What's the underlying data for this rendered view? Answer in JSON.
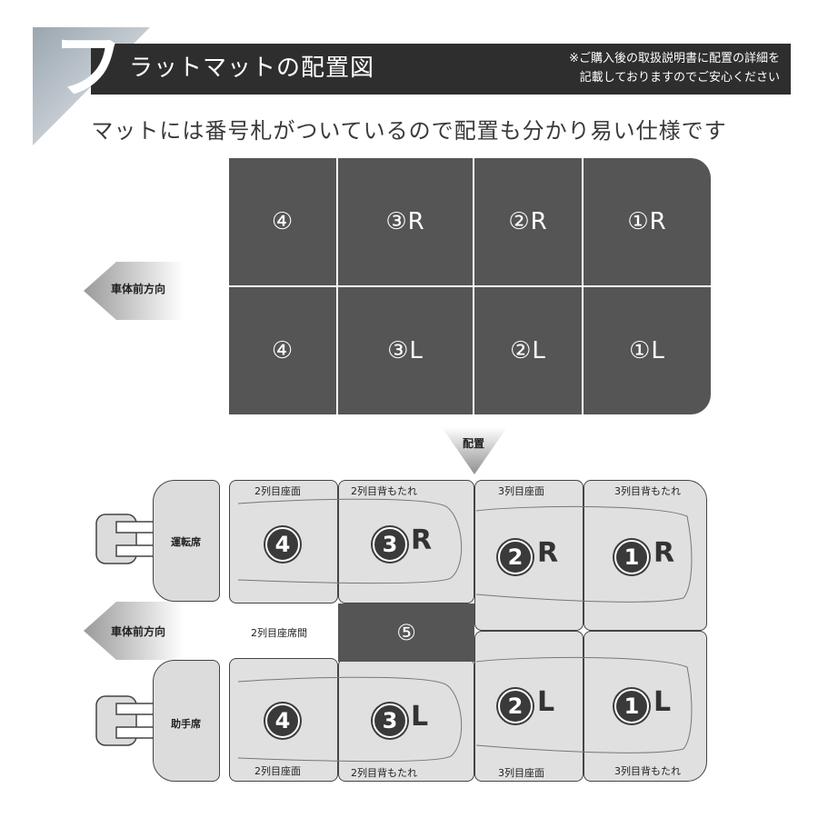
{
  "header": {
    "section_letter": "フ",
    "title": "ラットマットの配置図",
    "note_line1": "※ご購入後の取扱説明書に配置の詳細を",
    "note_line2": "記載しておりますのでご安心ください"
  },
  "subtitle": "マットには番号札がついているので配置も分かり易い仕様です",
  "top_grid": {
    "row1": [
      "④",
      "③R",
      "②R",
      "①R"
    ],
    "row2": [
      "④",
      "③L",
      "②L",
      "①L"
    ]
  },
  "arrows": {
    "front_direction_top": "車体前方向",
    "placement": "配置",
    "front_direction_bottom": "車体前方向"
  },
  "diagram": {
    "driver_seat": "運転席",
    "passenger_seat": "助手席",
    "gap_label": "2列目座席間",
    "mid_mat": "⑤",
    "top_labels": [
      "2列目座面",
      "2列目背もたれ",
      "3列目座面",
      "3列目背もたれ"
    ],
    "bottom_labels": [
      "2列目座面",
      "2列目背もたれ",
      "3列目座面",
      "3列目背もたれ"
    ],
    "upper_row": [
      {
        "num": "4",
        "side": ""
      },
      {
        "num": "3",
        "side": "R"
      },
      {
        "num": "2",
        "side": "R"
      },
      {
        "num": "1",
        "side": "R"
      }
    ],
    "lower_row": [
      {
        "num": "4",
        "side": ""
      },
      {
        "num": "3",
        "side": "L"
      },
      {
        "num": "2",
        "side": "L"
      },
      {
        "num": "1",
        "side": "L"
      }
    ]
  }
}
